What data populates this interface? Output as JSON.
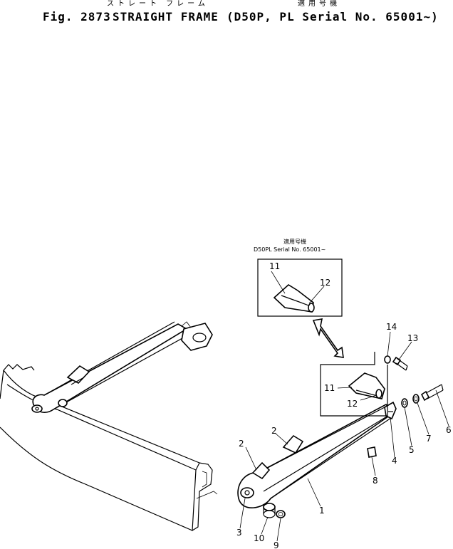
{
  "header": {
    "jp_name": "ストレート フレーム",
    "jp_applicable": "適用号機",
    "fig_label": "Fig. 2873",
    "name": "STRAIGHT FRAME",
    "applicable": "(D50P, PL Serial No. 65001~)"
  },
  "detail_box": {
    "note_jp": "適用号機",
    "note": "D50PL Serial No. 65001~"
  },
  "callouts": [
    "1",
    "2",
    "2",
    "3",
    "4",
    "5",
    "6",
    "7",
    "8",
    "9",
    "10",
    "11",
    "12",
    "11",
    "12",
    "13",
    "14"
  ]
}
